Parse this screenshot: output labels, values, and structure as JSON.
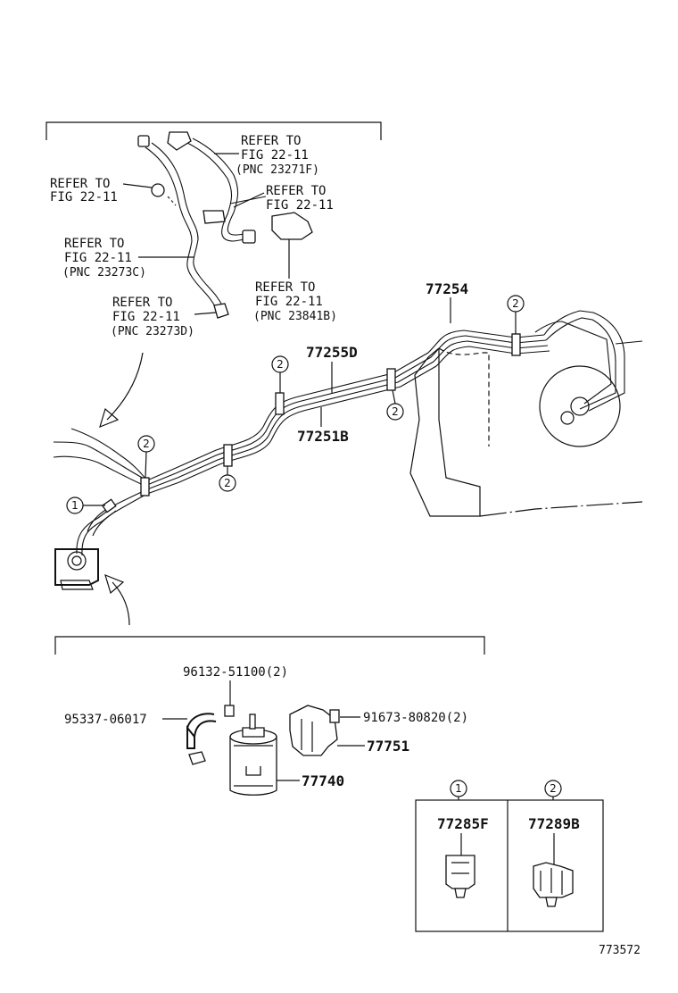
{
  "callouts": {
    "ref1": [
      "REFER TO",
      "FIG 22-11",
      "(PNC 23271F)"
    ],
    "ref2": [
      "REFER TO",
      "FIG 22-11"
    ],
    "ref3": [
      "REFER TO",
      "FIG 22-11"
    ],
    "ref4": [
      "REFER TO",
      "FIG 22-11",
      "(PNC 23273C)"
    ],
    "ref5": [
      "REFER TO",
      "FIG 22-11",
      "(PNC 23841B)"
    ],
    "ref6": [
      "REFER TO",
      "FIG 22-11",
      "(PNC 23273D)"
    ]
  },
  "parts": {
    "p77254": "77254",
    "p77255D": "77255D",
    "p77251B": "77251B",
    "p96132": "96132-51100(2)",
    "p95337": "95337-06017",
    "p91673": "91673-80820(2)",
    "p77751": "77751",
    "p77740": "77740",
    "p77285F": "77285F",
    "p77289B": "77289B"
  },
  "markers": {
    "one": "1",
    "two": "2"
  },
  "figure_number": "773572"
}
